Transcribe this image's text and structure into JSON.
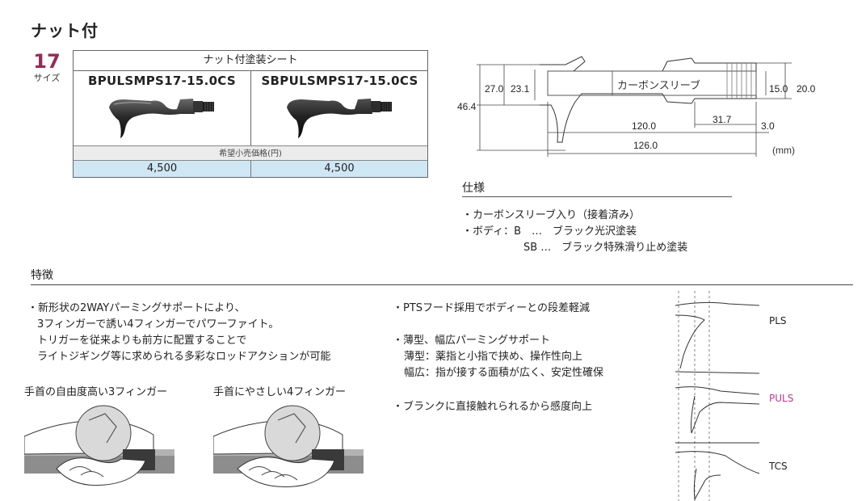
{
  "page": {
    "title": "ナット付"
  },
  "size": {
    "number": "17",
    "label": "サイズ"
  },
  "product_table": {
    "header": "ナット付塗装シート",
    "models": [
      "BPULSMPS17-15.0CS",
      "SBPULSMPS17-15.0CS"
    ],
    "price_header": "希望小売価格(円)",
    "prices": [
      "4,500",
      "4,500"
    ]
  },
  "diagram": {
    "sleeve_label": "カーボンスリーブ",
    "dim_27": "27.0",
    "dim_23": "23.1",
    "dim_46": "46.4",
    "dim_15": "15.0",
    "dim_20": "20.0",
    "dim_120": "120.0",
    "dim_31": "31.7",
    "dim_3": "3.0",
    "dim_126": "126.0",
    "unit": "(mm)"
  },
  "specs": {
    "title": "仕様",
    "items": [
      "・カーボンスリーブ入り（接着済み）",
      "・ボディ：B　…　ブラック光沢塗装",
      "SB …　ブラック特殊滑り止め塗装"
    ]
  },
  "features": {
    "title": "特徴",
    "left": [
      "・新形状の2WAYパーミングサポートにより、",
      "3フィンガーで誘い4フィンガーでパワーファイト。",
      "トリガーを従来よりも前方に配置することで",
      "ライトジギング等に求められる多彩なロッドアクションが可能"
    ],
    "middle": [
      "・PTSフード採用でボディーとの段差軽減",
      "・薄型、幅広パーミングサポート",
      "薄型：薬指と小指で挟め、操作性向上",
      "幅広：指が接する面積が広く、安定性確保",
      "・ブランクに直接触れられるから感度向上"
    ],
    "grip_captions": [
      "手首の自由度高い3フィンガー",
      "手首にやさしい4フィンガー"
    ],
    "comparison": {
      "labels": [
        "PLS",
        "PULS",
        "TCS"
      ],
      "highlight_color": "#c2378a"
    }
  }
}
